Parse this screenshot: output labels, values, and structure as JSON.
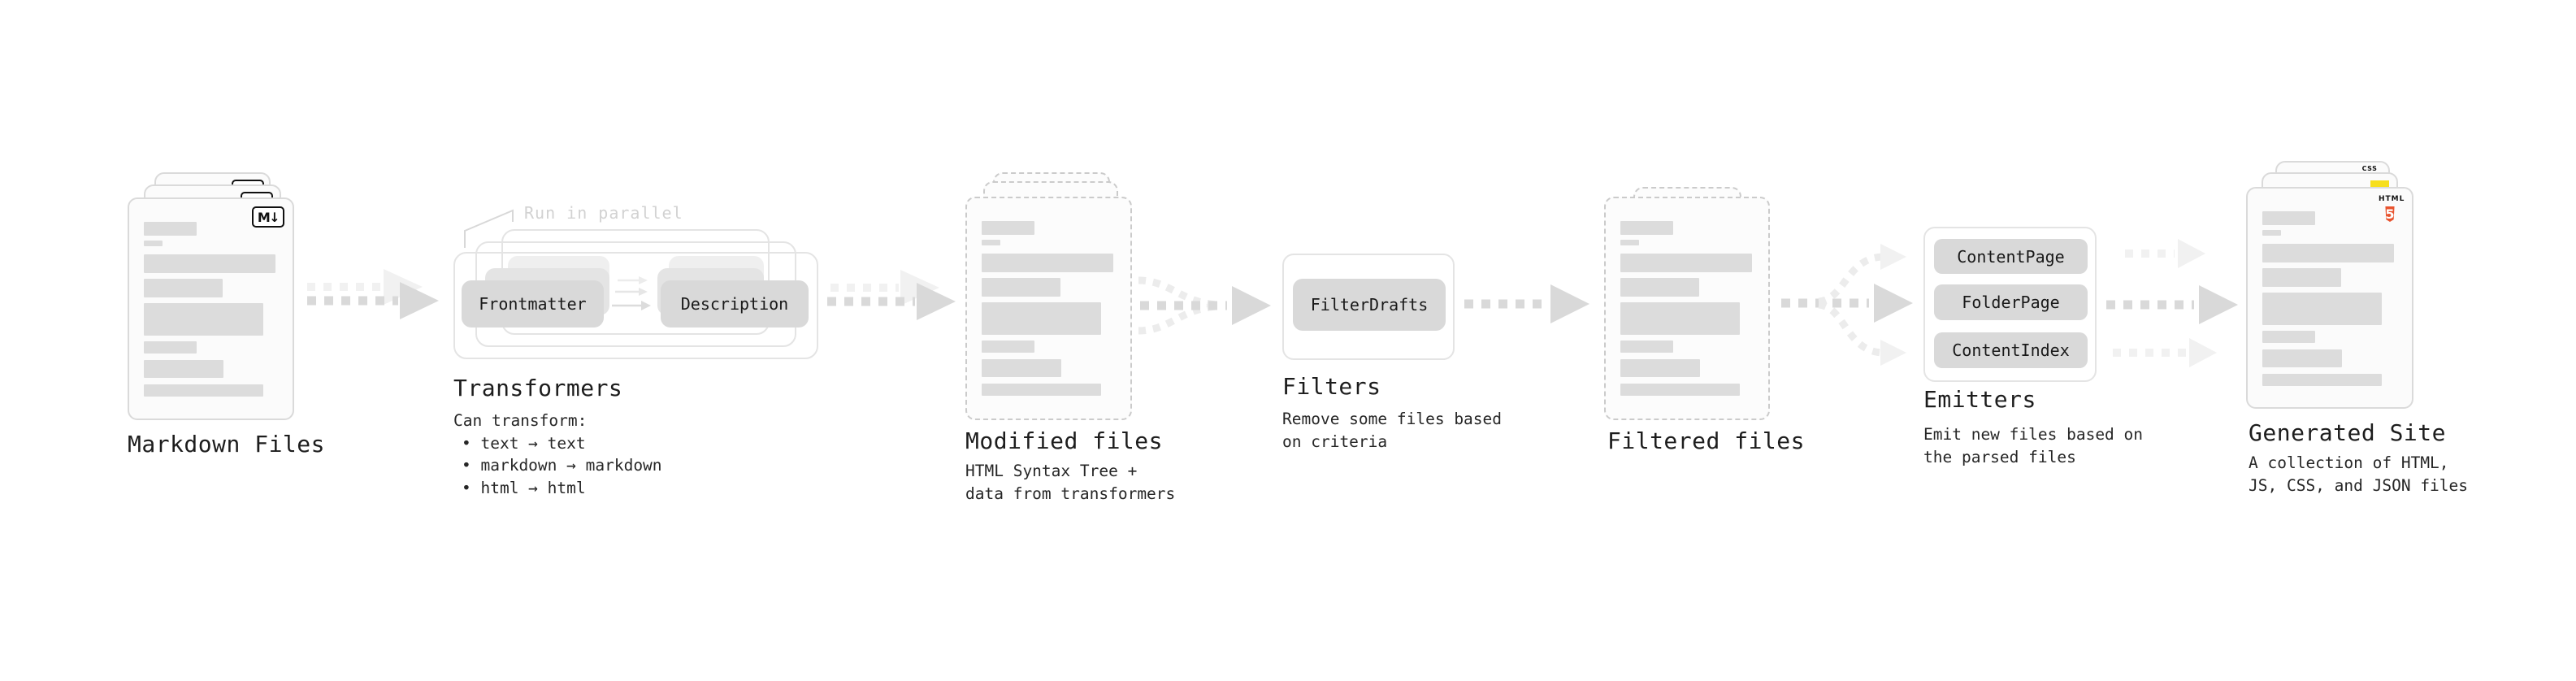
{
  "stages": {
    "markdown": {
      "title": "Markdown Files",
      "file_icon": "M↓"
    },
    "transformers": {
      "title": "Transformers",
      "note": "Run in parallel",
      "transformer1": "Frontmatter",
      "transformer2": "Description",
      "subtitle": "Can transform:",
      "bullets": [
        "• text → text",
        "• markdown → markdown",
        "• html → html"
      ]
    },
    "modified": {
      "title": "Modified files",
      "subtitle_lines": [
        "HTML Syntax Tree +",
        "data from transformers"
      ]
    },
    "filters": {
      "title": "Filters",
      "filter1": "FilterDrafts",
      "subtitle_lines": [
        "Remove some files based",
        "on criteria"
      ]
    },
    "filtered": {
      "title": "Filtered files"
    },
    "emitters": {
      "title": "Emitters",
      "emitter_names": [
        "ContentPage",
        "FolderPage",
        "ContentIndex"
      ],
      "subtitle_lines": [
        "Emit new files based on",
        "the parsed files"
      ]
    },
    "generated": {
      "title": "Generated Site",
      "subtitle_lines": [
        "A collection of HTML,",
        "JS, CSS, and JSON files"
      ],
      "html5_word": "HTML",
      "html5_number": "5",
      "css_label": "CSS"
    }
  },
  "colors": {
    "html5_orange": "#e8532e",
    "js_yellow": "#f7df1e",
    "css_blue": "#2f6bf0"
  }
}
